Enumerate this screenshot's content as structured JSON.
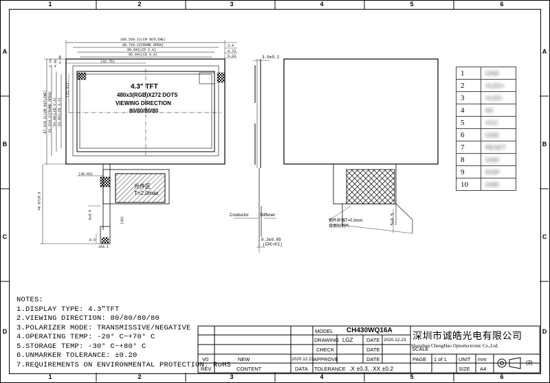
{
  "zones_top": [
    "1",
    "2",
    "3",
    "4",
    "5",
    "6"
  ],
  "zones_side": [
    "A",
    "B",
    "C",
    "D"
  ],
  "front_view": {
    "title": "4.3\" TFT",
    "resolution": "480x3(RGB)X272 DOTS",
    "viewing_label": "VIEWING DIRECTION",
    "viewing_value": "80/80/80/80",
    "component_area": "元件区",
    "component_height": "T=2.0max",
    "dims_top": [
      "105.5±0.2(LCM OUTLINE)",
      "98.7±0.2(FRAME OPEN)",
      "96.04(LCD V.A)",
      "95.04(LCD A.A)"
    ],
    "dims_top_right": [
      "3.4",
      "4.73",
      "5.23"
    ],
    "dim_left_offset": "(32.75)",
    "dims_left": [
      "67.2±0.2(LCM OUTLINE)",
      "61.5±0.2(FRAME OPEN)",
      "54.96(LCD V.A)",
      "53.86(LCD A.A)"
    ],
    "dims_left_small": [
      "2.74",
      "4.01",
      "4.49"
    ],
    "dim_inner": "(31.41)",
    "dim_fpc_offset": "(39.65)",
    "dim_total_height": "46.67±0.5",
    "dim_fpc_len": "5±0.5",
    "dim_fpc_small": "(20)",
    "dim_fpc_width": "3±0.1",
    "dim_fpc_pitch": "0.5"
  },
  "side_view": {
    "thickness": "3.0±0.2",
    "conductor_label": "Conductor",
    "stiffener_label": "Stiffener",
    "fpc_thickness": "0.3±0.05",
    "fpc_note": "(FPC+PI)"
  },
  "back_view": {
    "note_line1": "钢片补强T=0.3mm",
    "note_line2": "背面贴钢片",
    "fpc_dim": "5±0.5"
  },
  "pin_table": {
    "pins": [
      "1",
      "2",
      "3",
      "4",
      "5",
      "6",
      "7",
      "8",
      "9",
      "10"
    ],
    "names": [
      "GND",
      "VLED+",
      "VLED-",
      "NC",
      "VCC",
      "GND",
      "RESET",
      "GND",
      "DISP",
      "GND"
    ]
  },
  "notes": {
    "title": "NOTES:",
    "items": [
      "1.DISPLAY TYPE:  4.3\"TFT",
      "2.VIEWING DIRECTION:  80/80/80/80",
      "3.POLARIZER MODE: TRANSMISSIVE/NEGATIVE",
      "4.OPERATING TEMP: -20° C~+70° C",
      "5.STORAGE TEMP: -30° C~+80° C",
      "6.UNMARKER TOLERANCE:  ±0.20",
      "7.REQUIREMENTS ON ENVIRONMENTAL PROTECTION: RoHS"
    ]
  },
  "title_block": {
    "model_label": "MODEL",
    "model_value": "CH430WQ16A",
    "drawing_label": "DRAWING",
    "drawing_by": "LGZ",
    "date_label": "DATE",
    "date_value": "2020.12.23",
    "check_label": "CHECK",
    "approve_label": "APPROVE",
    "scale_label": "SCALE",
    "company_cn": "深圳市诚皓光电有限公司",
    "company_en": "Shenzhen ChengHao Optoelectronic Co.,Ltd.",
    "rev_v0": "V0",
    "rev_new": "NEW",
    "rev_date": "2020.12.23",
    "rev_label": "REV.",
    "content_label": "CONTENT",
    "data_label": "DATA",
    "tolerance_label": "TOLERANCE",
    "tolerance_value": ".X ±0.3, .XX ±0.2",
    "page_label": "PAGE",
    "page_value": "1 of 1",
    "unit_label": "UNIT",
    "unit_value": "mm",
    "size_label": "SIZE",
    "size_value": "A4",
    "projection_label": "(3)"
  }
}
